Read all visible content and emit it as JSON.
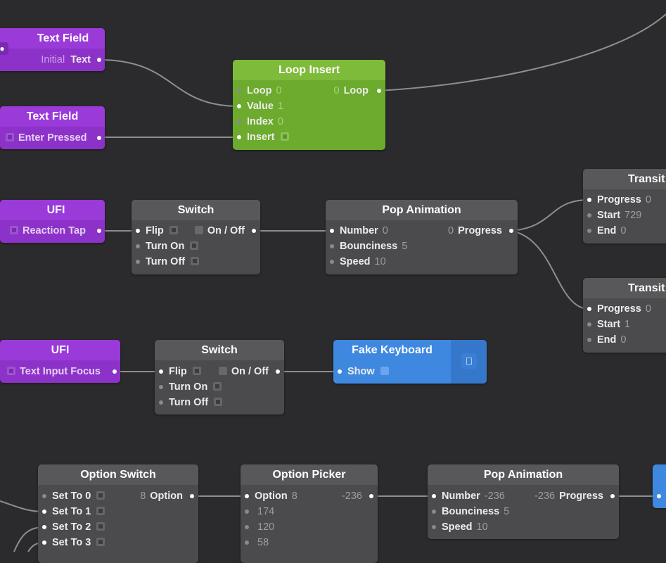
{
  "colors": {
    "background": "#2b2b2d",
    "node_gray": "#4b4b4d",
    "node_green": "#6cab2d",
    "node_purple": "#8d32c9",
    "node_blue": "#3f88e0",
    "wire": "#8e8e8e"
  },
  "nodes": {
    "text_field_1": {
      "title": "Text Field",
      "port_label": "Initial",
      "port_value": "Text"
    },
    "text_field_2": {
      "title": "Text Field",
      "port_label": "Enter Pressed"
    },
    "loop_insert": {
      "title": "Loop Insert",
      "inputs": [
        {
          "label": "Loop",
          "value": "0"
        },
        {
          "label": "Value",
          "value": "1"
        },
        {
          "label": "Index",
          "value": "0"
        },
        {
          "label": "Insert",
          "value": ""
        }
      ],
      "output": {
        "label": "Loop",
        "value": "0"
      }
    },
    "ufi_1": {
      "title": "UFI",
      "port_label": "Reaction Tap"
    },
    "switch_1": {
      "title": "Switch",
      "inputs": [
        {
          "label": "Flip"
        },
        {
          "label": "Turn On"
        },
        {
          "label": "Turn Off"
        }
      ],
      "output": {
        "label": "On / Off"
      }
    },
    "pop_animation_1": {
      "title": "Pop Animation",
      "inputs": [
        {
          "label": "Number",
          "value": "0"
        },
        {
          "label": "Bounciness",
          "value": "5"
        },
        {
          "label": "Speed",
          "value": "10"
        }
      ],
      "output": {
        "label": "Progress",
        "value": "0"
      }
    },
    "transition_1": {
      "title": "Transit",
      "inputs": [
        {
          "label": "Progress",
          "value": "0"
        },
        {
          "label": "Start",
          "value": "729"
        },
        {
          "label": "End",
          "value": "0"
        }
      ]
    },
    "transition_2": {
      "title": "Transit",
      "inputs": [
        {
          "label": "Progress",
          "value": "0"
        },
        {
          "label": "Start",
          "value": "1"
        },
        {
          "label": "End",
          "value": "0"
        }
      ]
    },
    "ufi_2": {
      "title": "UFI",
      "port_label": "Text Input Focus"
    },
    "switch_2": {
      "title": "Switch",
      "inputs": [
        {
          "label": "Flip"
        },
        {
          "label": "Turn On"
        },
        {
          "label": "Turn Off"
        }
      ],
      "output": {
        "label": "On / Off"
      }
    },
    "fake_keyboard": {
      "title": "Fake Keyboard",
      "inputs": [
        {
          "label": "Show"
        }
      ],
      "icon": "apple-icon"
    },
    "option_switch": {
      "title": "Option Switch",
      "inputs": [
        {
          "label": "Set To 0"
        },
        {
          "label": "Set To 1"
        },
        {
          "label": "Set To 2"
        },
        {
          "label": "Set To 3"
        }
      ],
      "output": {
        "label": "Option",
        "value": "8"
      }
    },
    "option_picker": {
      "title": "Option Picker",
      "inputs": [
        {
          "label": "Option",
          "value": "8"
        },
        {
          "label": "",
          "value": "174"
        },
        {
          "label": "",
          "value": "120"
        },
        {
          "label": "",
          "value": "58"
        }
      ],
      "output": {
        "value": "-236"
      }
    },
    "pop_animation_2": {
      "title": "Pop Animation",
      "inputs": [
        {
          "label": "Number",
          "value": "-236"
        },
        {
          "label": "Bounciness",
          "value": "5"
        },
        {
          "label": "Speed",
          "value": "10"
        }
      ],
      "output": {
        "label": "Progress",
        "value": "-236"
      }
    }
  }
}
